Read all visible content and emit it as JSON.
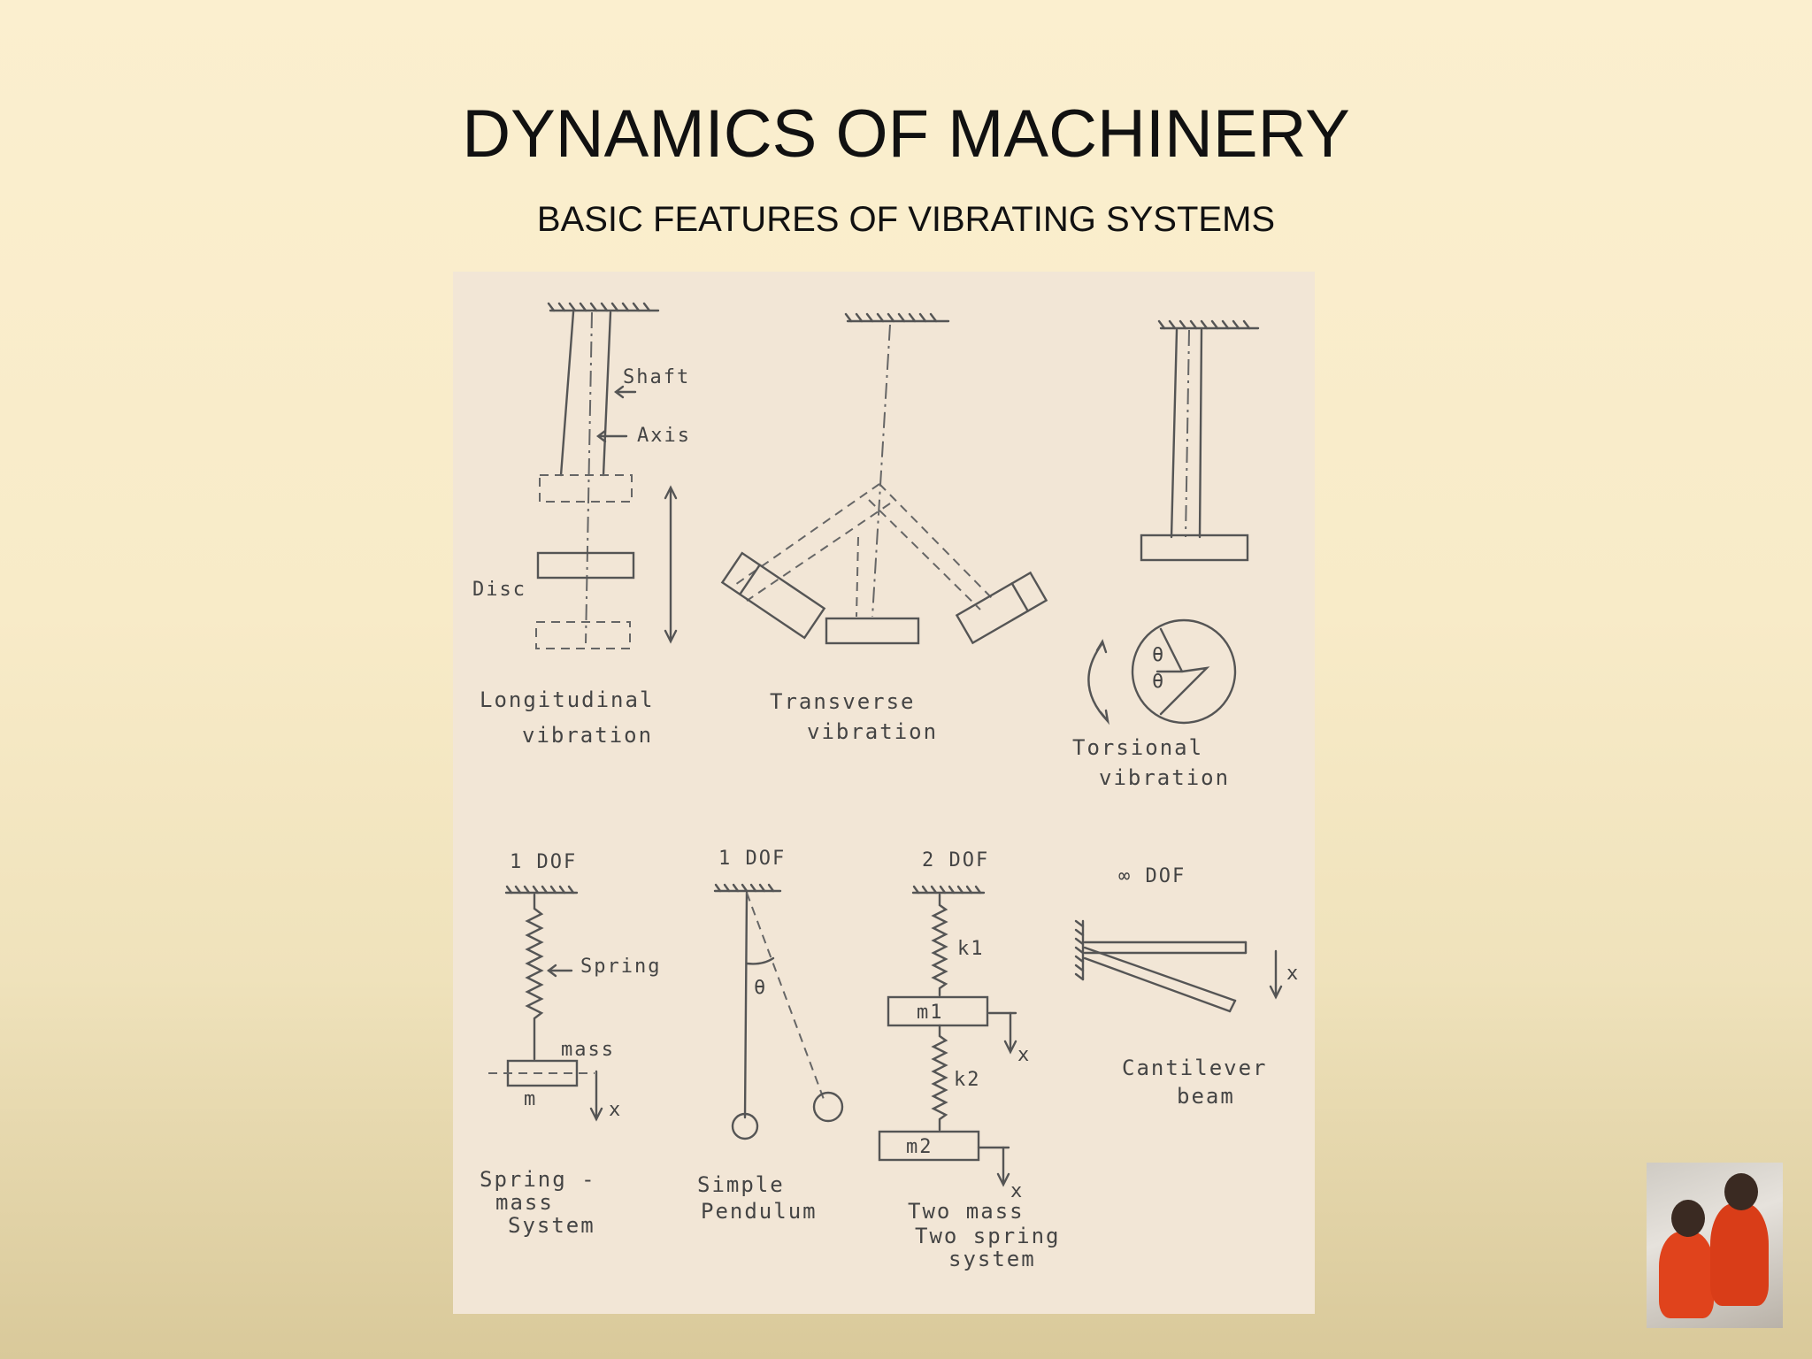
{
  "slide": {
    "title": "DYNAMICS OF MACHINERY",
    "subtitle": "BASIC FEATURES OF VIBRATING SYSTEMS"
  },
  "sketch": {
    "longitudinal": {
      "shaft": "Shaft",
      "axis": "Axis",
      "disc": "Disc",
      "caption1": "Longitudinal",
      "caption2": "vibration"
    },
    "transverse": {
      "caption1": "Transverse",
      "caption2": "vibration"
    },
    "torsional": {
      "theta1": "θ",
      "theta2": "θ",
      "caption1": "Torsional",
      "caption2": "vibration"
    },
    "spring_mass": {
      "dof": "1 DOF",
      "spring": "Spring",
      "mass": "mass",
      "m": "m",
      "x": "x",
      "caption1": "Spring -",
      "caption2": "mass",
      "caption3": "System"
    },
    "pendulum": {
      "dof": "1 DOF",
      "theta": "θ",
      "caption1": "Simple",
      "caption2": "Pendulum"
    },
    "two_mass": {
      "dof": "2 DOF",
      "k1": "k1",
      "k2": "k2",
      "m1": "m1",
      "m2": "m2",
      "x1": "x",
      "x2": "x",
      "caption1": "Two mass",
      "caption2": "Two spring",
      "caption3": "system"
    },
    "cantilever": {
      "dof": "∞ DOF",
      "x": "x",
      "caption1": "Cantilever",
      "caption2": "beam"
    }
  },
  "photo": {
    "kind": "thumbnail photo of two children in orange clothing on a chair"
  }
}
